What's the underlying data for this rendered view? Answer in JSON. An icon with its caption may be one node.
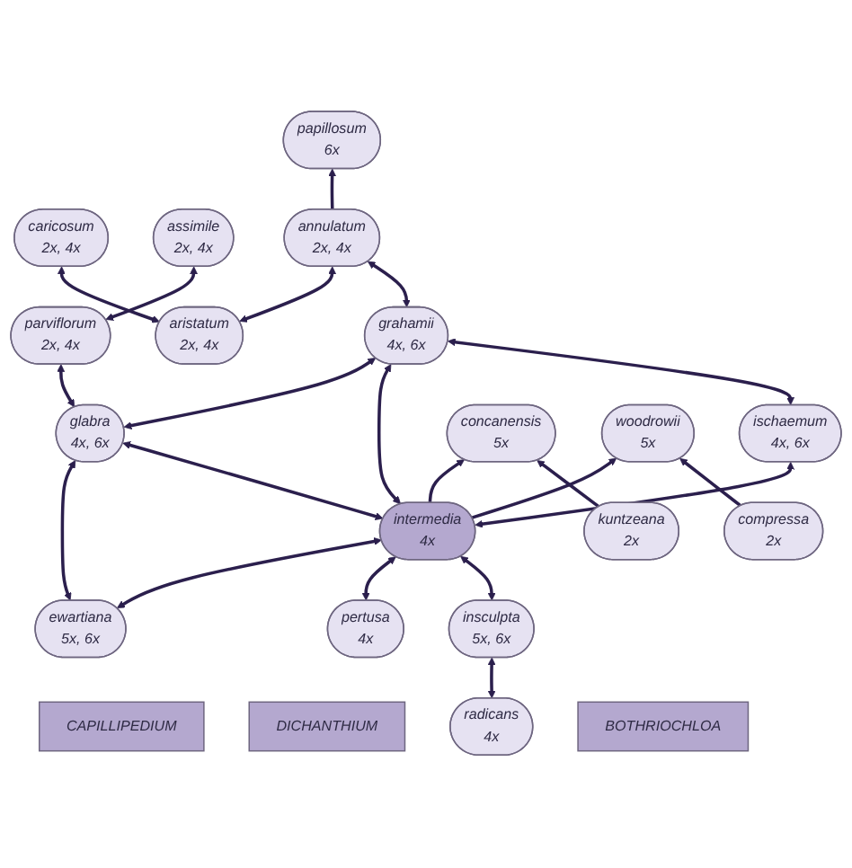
{
  "diagram": {
    "nodes": [
      {
        "text": [
          "CAPILLIPEDIUM"
        ]
      },
      {
        "text": [
          "DICHANTHIUM"
        ]
      },
      {
        "text": [
          "caricosum",
          "2x, 4x"
        ]
      },
      {
        "text": [
          "papillosum",
          "6x"
        ]
      },
      {
        "text": [
          "parviflorum",
          "2x, 4x"
        ]
      },
      {
        "text": [
          "assimile",
          "2x, 4x"
        ]
      },
      {
        "text": [
          "aristatum",
          "2x, 4x"
        ]
      },
      {
        "text": [
          "annulatum",
          "2x, 4x"
        ]
      },
      {
        "text": [
          "glabra",
          "4x, 6x"
        ]
      },
      {
        "text": [
          "grahamii",
          "4x, 6x"
        ]
      },
      {
        "text": [
          "ewartiana",
          "5x, 6x"
        ]
      },
      {
        "text": [
          "intermedia",
          "4x"
        ]
      },
      {
        "text": [
          "ischaemum",
          "4x, 6x"
        ]
      },
      {
        "text": [
          "concanensis",
          "5x"
        ]
      },
      {
        "text": [
          "insculpta",
          "5x, 6x"
        ]
      },
      {
        "text": [
          "woodrowii",
          "5x"
        ]
      },
      {
        "text": [
          "kuntzeana",
          "2x"
        ]
      },
      {
        "text": [
          "pertusa",
          "4x"
        ]
      },
      {
        "text": [
          "radicans",
          "4x"
        ]
      },
      {
        "text": [
          "compressa",
          "2x"
        ]
      },
      {
        "text": [
          "BOTHRIOCHLOA"
        ]
      }
    ],
    "edges": [
      {
        "from": 4,
        "to": 5,
        "arrow": "both"
      },
      {
        "from": 6,
        "to": 2,
        "arrow": "both"
      },
      {
        "from": 7,
        "to": 3,
        "arrow": "to"
      },
      {
        "from": 6,
        "to": 7,
        "arrow": "both"
      },
      {
        "from": 8,
        "to": 4,
        "arrow": "both"
      },
      {
        "from": 9,
        "to": 7,
        "arrow": "both"
      },
      {
        "from": 8,
        "to": 9,
        "arrow": "both"
      },
      {
        "from": 10,
        "to": 8,
        "arrow": "both"
      },
      {
        "from": 11,
        "to": 8,
        "arrow": "both"
      },
      {
        "from": 11,
        "to": 9,
        "arrow": "both"
      },
      {
        "from": 12,
        "to": 9,
        "arrow": "both"
      },
      {
        "from": 10,
        "to": 11,
        "arrow": "both"
      },
      {
        "from": 11,
        "to": 12,
        "arrow": "both"
      },
      {
        "from": 11,
        "to": 13,
        "arrow": "to"
      },
      {
        "from": 17,
        "to": 11,
        "arrow": "both"
      },
      {
        "from": 14,
        "to": 11,
        "arrow": "both"
      },
      {
        "from": 11,
        "to": 15,
        "arrow": "to"
      },
      {
        "from": 16,
        "to": 13,
        "arrow": "to"
      },
      {
        "from": 18,
        "to": 14,
        "arrow": "both"
      },
      {
        "from": 19,
        "to": 15,
        "arrow": "to"
      }
    ]
  }
}
